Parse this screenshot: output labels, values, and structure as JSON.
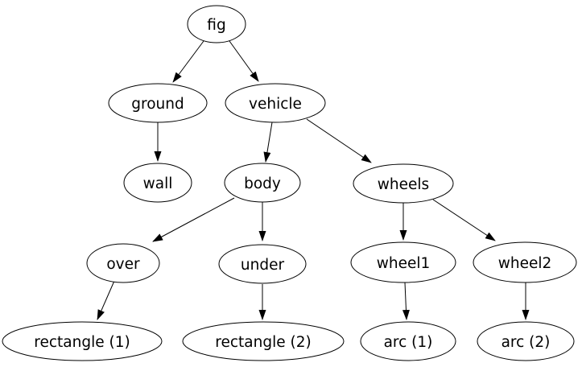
{
  "graph": {
    "type": "directed-tree",
    "colors": {
      "background": "#ffffff",
      "node_fill": "#ffffff",
      "node_stroke": "#000000",
      "edge": "#000000",
      "text": "#000000"
    },
    "nodes": [
      {
        "id": "fig",
        "label": "fig"
      },
      {
        "id": "ground",
        "label": "ground"
      },
      {
        "id": "vehicle",
        "label": "vehicle"
      },
      {
        "id": "wall",
        "label": "wall"
      },
      {
        "id": "body",
        "label": "body"
      },
      {
        "id": "wheels",
        "label": "wheels"
      },
      {
        "id": "over",
        "label": "over"
      },
      {
        "id": "under",
        "label": "under"
      },
      {
        "id": "wheel1",
        "label": "wheel1"
      },
      {
        "id": "wheel2",
        "label": "wheel2"
      },
      {
        "id": "rect1",
        "label": "rectangle (1)"
      },
      {
        "id": "rect2",
        "label": "rectangle (2)"
      },
      {
        "id": "arc1",
        "label": "arc (1)"
      },
      {
        "id": "arc2",
        "label": "arc (2)"
      }
    ],
    "edges": [
      {
        "from": "fig",
        "to": "ground"
      },
      {
        "from": "fig",
        "to": "vehicle"
      },
      {
        "from": "ground",
        "to": "wall"
      },
      {
        "from": "vehicle",
        "to": "body"
      },
      {
        "from": "vehicle",
        "to": "wheels"
      },
      {
        "from": "body",
        "to": "over"
      },
      {
        "from": "body",
        "to": "under"
      },
      {
        "from": "wheels",
        "to": "wheel1"
      },
      {
        "from": "wheels",
        "to": "wheel2"
      },
      {
        "from": "over",
        "to": "rect1"
      },
      {
        "from": "under",
        "to": "rect2"
      },
      {
        "from": "wheel1",
        "to": "arc1"
      },
      {
        "from": "wheel2",
        "to": "arc2"
      }
    ]
  }
}
